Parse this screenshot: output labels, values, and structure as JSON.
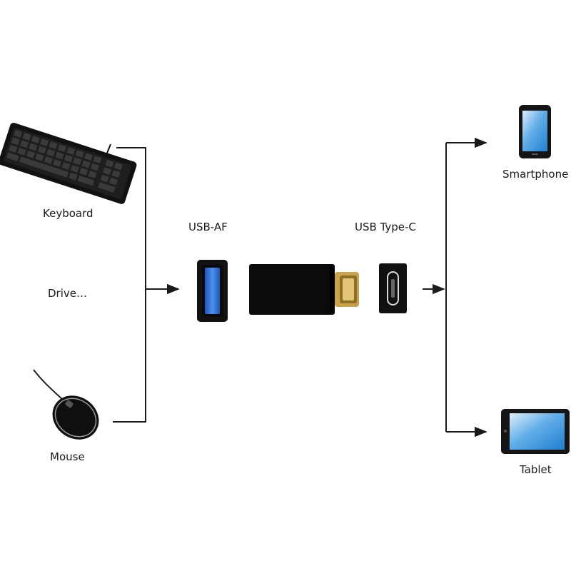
{
  "devices_left": {
    "keyboard": {
      "label": "Keyboard"
    },
    "drive": {
      "label": "Drive…"
    },
    "mouse": {
      "label": "Mouse"
    }
  },
  "adapter": {
    "usb_af_label": "USB-AF",
    "usb_c_label": "USB Type-C"
  },
  "devices_right": {
    "smartphone": {
      "label": "Smartphone"
    },
    "tablet": {
      "label": "Tablet"
    }
  },
  "colors": {
    "line": "#1a1a1a",
    "device_body": "#111111",
    "usb_blue": "#2f6fd6",
    "screen_blue": "#2a8fdc",
    "gold": "#c9a24a"
  }
}
